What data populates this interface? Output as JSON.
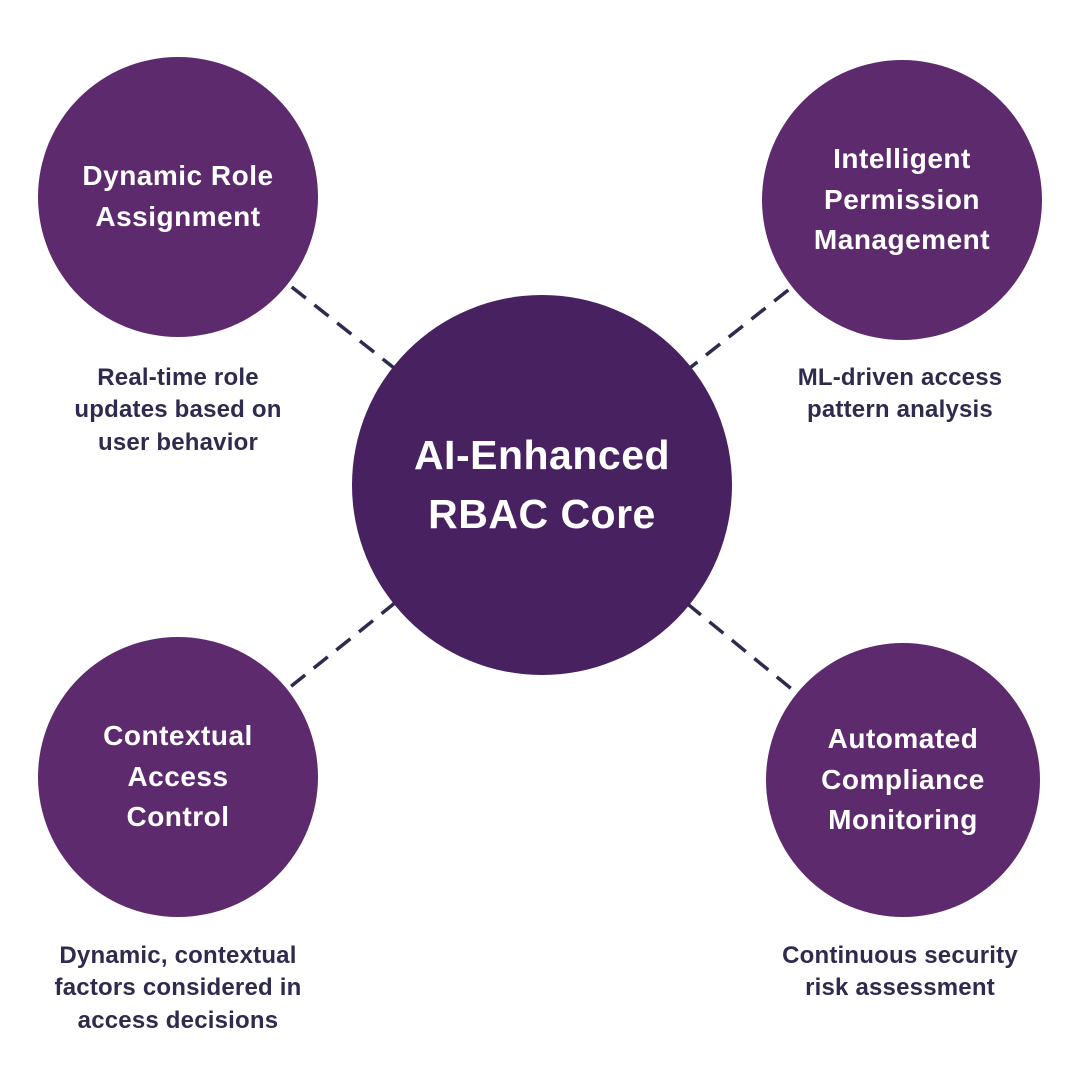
{
  "title": "AI-Enhanced RBAC diagram",
  "colors": {
    "background": "#ffffff",
    "center_circle": "#482161",
    "satellite_circle": "#5d2a6e",
    "circle_text": "#ffffff",
    "caption_text": "#2e2b4e",
    "connector": "#2e2b4e"
  },
  "center": {
    "label": "AI-Enhanced\nRBAC Core"
  },
  "nodes": [
    {
      "id": "dynamic-role-assignment",
      "label": "Dynamic Role\nAssignment",
      "caption": "Real-time role\nupdates based on\nuser behavior"
    },
    {
      "id": "intelligent-permission-management",
      "label": "Intelligent\nPermission\nManagement",
      "caption": "ML-driven access\npattern analysis"
    },
    {
      "id": "contextual-access-control",
      "label": "Contextual\nAccess\nControl",
      "caption": "Dynamic, contextual\nfactors considered in\naccess decisions"
    },
    {
      "id": "automated-compliance-monitoring",
      "label": "Automated\nCompliance\nMonitoring",
      "caption": "Continuous security\nrisk assessment"
    }
  ]
}
